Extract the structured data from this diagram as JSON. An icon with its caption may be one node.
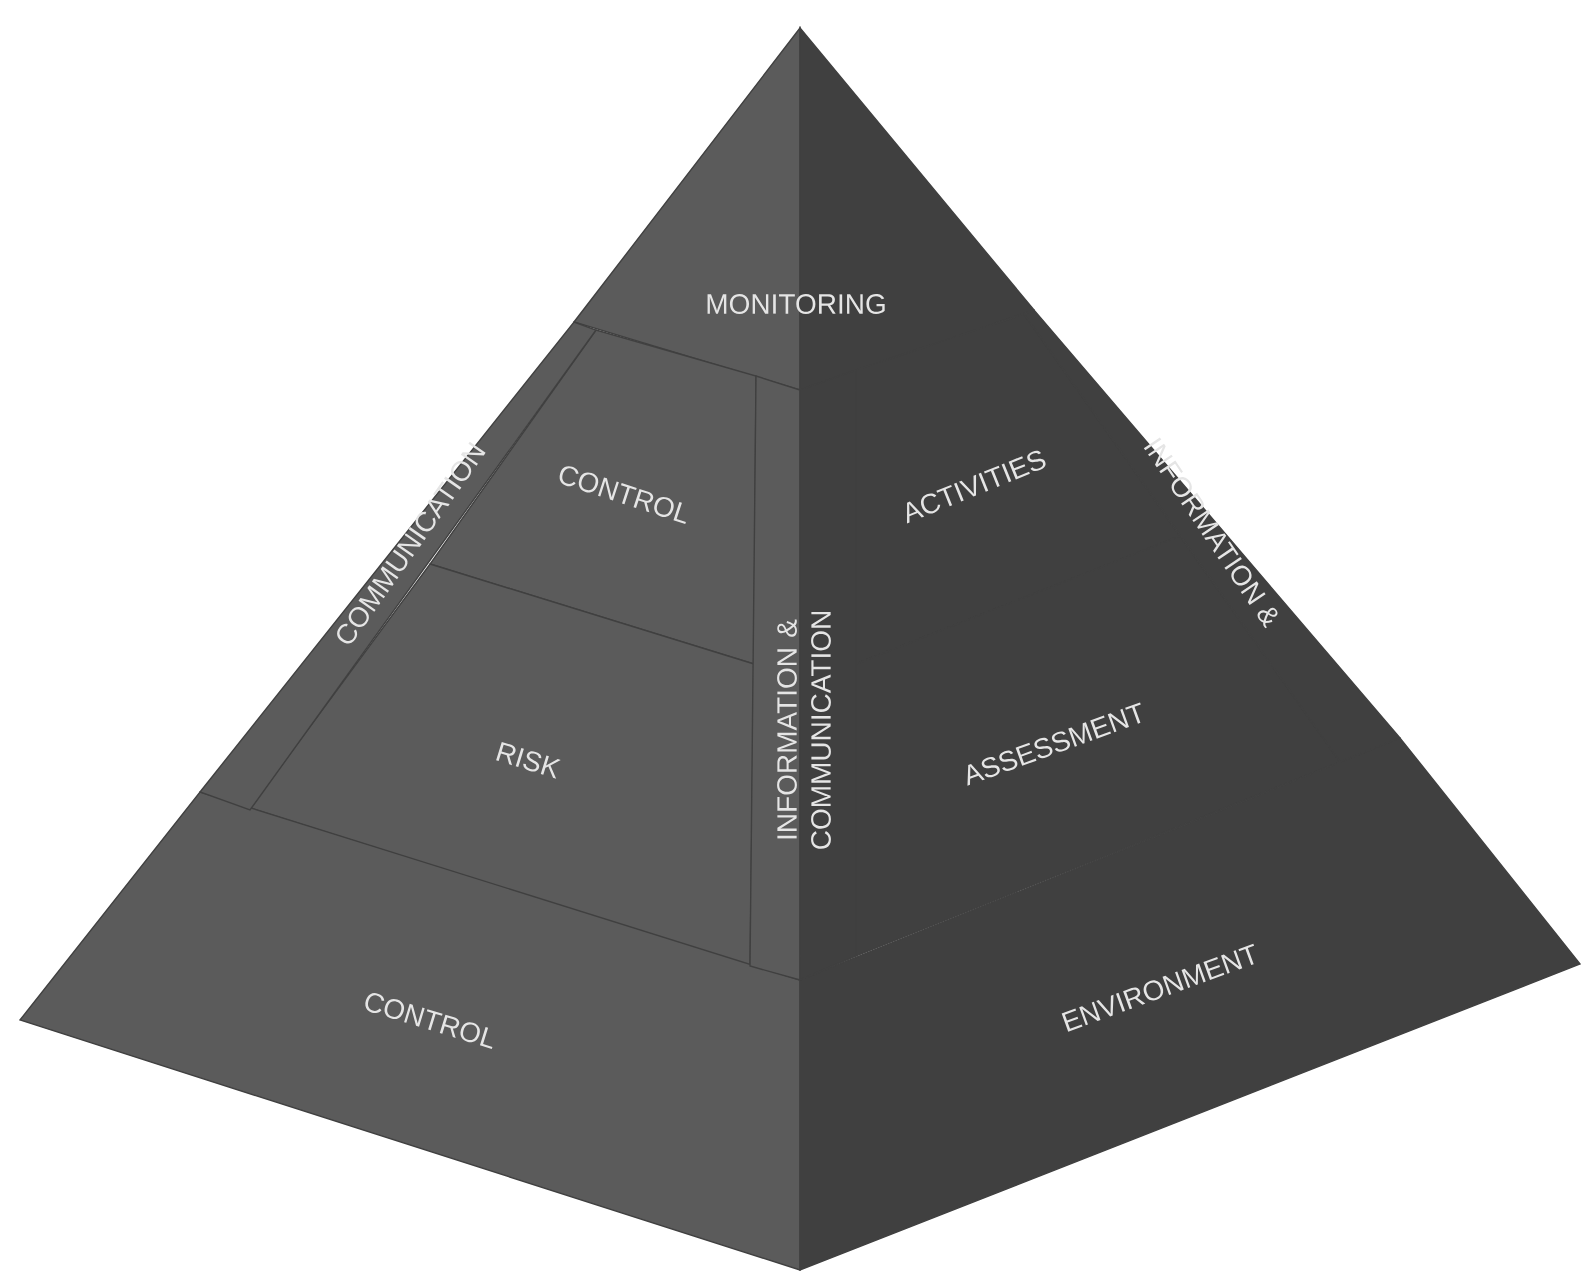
{
  "diagram": {
    "nodes": [
      {
        "text": [
          "MONITORING"
        ]
      },
      {
        "text": [
          "CONTROL",
          "ACTIVITIES"
        ]
      },
      {
        "text": [
          "RISK",
          "ASSESSMENT"
        ]
      },
      {
        "text": [
          "CONTROL",
          "ENVIRONMENT"
        ]
      },
      {
        "text": [
          "COMMUNICATION"
        ]
      },
      {
        "text": [
          "INFORMATION & COMMUNICATION"
        ]
      },
      {
        "text": [
          "INFORMATION &"
        ]
      }
    ]
  }
}
